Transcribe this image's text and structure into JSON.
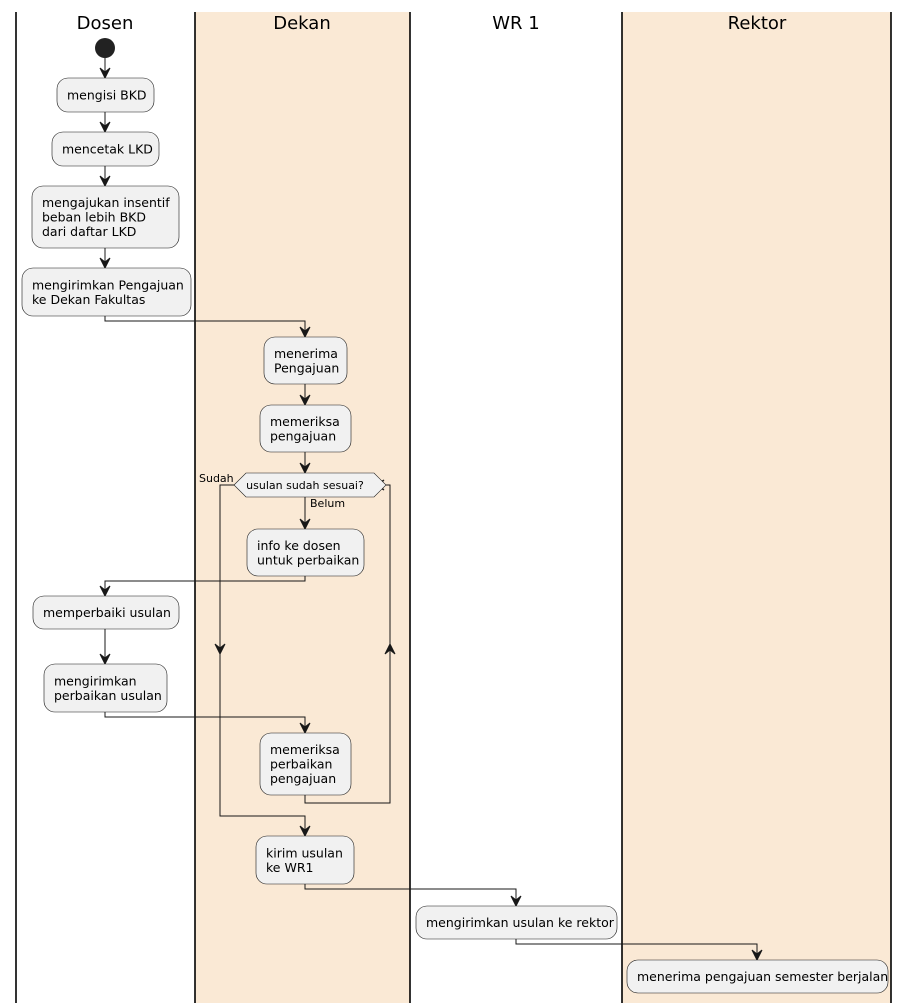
{
  "lanes": [
    {
      "title": "Dosen",
      "fill": "#FFFFFF"
    },
    {
      "title": "Dekan",
      "fill": "#FAE9D5"
    },
    {
      "title": "WR 1",
      "fill": "#FFFFFF"
    },
    {
      "title": "Rektor",
      "fill": "#FAE9D5"
    }
  ],
  "activities": [
    {
      "id": "mengisi",
      "lines": [
        "mengisi BKD"
      ]
    },
    {
      "id": "mencetak",
      "lines": [
        "mencetak LKD"
      ]
    },
    {
      "id": "mengajukan",
      "lines": [
        "mengajukan insentif",
        "beban lebih BKD",
        "dari daftar LKD"
      ]
    },
    {
      "id": "mengirimkan_pengajuan",
      "lines": [
        "mengirimkan Pengajuan",
        "ke Dekan Fakultas"
      ]
    },
    {
      "id": "menerima_pengajuan",
      "lines": [
        "menerima",
        "Pengajuan"
      ]
    },
    {
      "id": "memeriksa_pengajuan",
      "lines": [
        "memeriksa",
        "pengajuan"
      ]
    },
    {
      "id": "info_dosen",
      "lines": [
        "info ke dosen",
        "untuk perbaikan"
      ]
    },
    {
      "id": "memperbaiki",
      "lines": [
        "memperbaiki usulan"
      ]
    },
    {
      "id": "mengirimkan_perbaikan",
      "lines": [
        "mengirimkan",
        "perbaikan usulan"
      ]
    },
    {
      "id": "memeriksa_perbaikan",
      "lines": [
        "memeriksa",
        "perbaikan",
        "pengajuan"
      ]
    },
    {
      "id": "kirim_wr1",
      "lines": [
        "kirim usulan",
        "ke WR1"
      ]
    },
    {
      "id": "mengirimkan_rektor",
      "lines": [
        "mengirimkan usulan ke rektor"
      ]
    },
    {
      "id": "menerima_semester",
      "lines": [
        "menerima pengajuan semester berjalan"
      ]
    }
  ],
  "decision": {
    "label": "usulan sudah sesuai?",
    "yes_label": "Sudah",
    "no_label": "Belum"
  }
}
